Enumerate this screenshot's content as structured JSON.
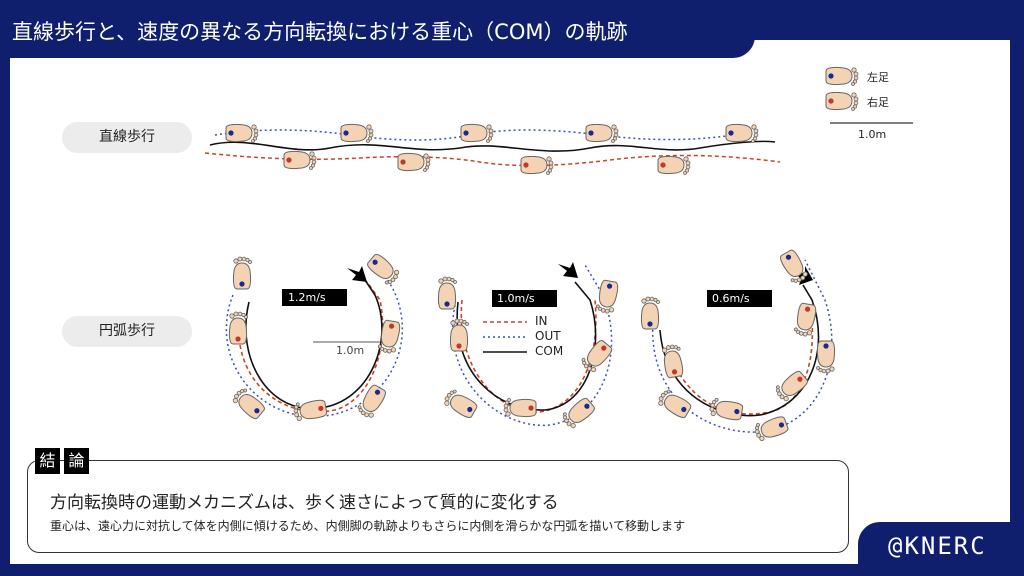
{
  "title": "直線歩行と、速度の異なる方向転換における重心（COM）の軌跡",
  "rows": {
    "straight": "直線歩行",
    "arc": "円弧歩行"
  },
  "legend": {
    "left_foot": "左足",
    "right_foot": "右足",
    "scale": "1.0m"
  },
  "arcs": [
    {
      "speed": "1.2m/s",
      "scale": "1.0m"
    },
    {
      "speed": "1.0m/s"
    },
    {
      "speed": "0.6m/s"
    }
  ],
  "line_legend": {
    "in": "IN",
    "out": "OUT",
    "com": "COM"
  },
  "conclusion": {
    "tag1": "結",
    "tag2": "論",
    "headline": "方向転換時の運動メカニズムは、歩く速さによって質的に変化する",
    "detail": "重心は、遠心力に対抗して体を内側に傾けるため、内側脚の軌跡よりもさらに内側を滑らかな円弧を描いて移動します"
  },
  "brand": "@KNERC",
  "colors": {
    "navy": "#0f1f6e",
    "in": "#c8452a",
    "out": "#3a4fc0",
    "left_dot": "#1a2a8a",
    "right_dot": "#c0392b",
    "skin": "#f3d3b3"
  }
}
